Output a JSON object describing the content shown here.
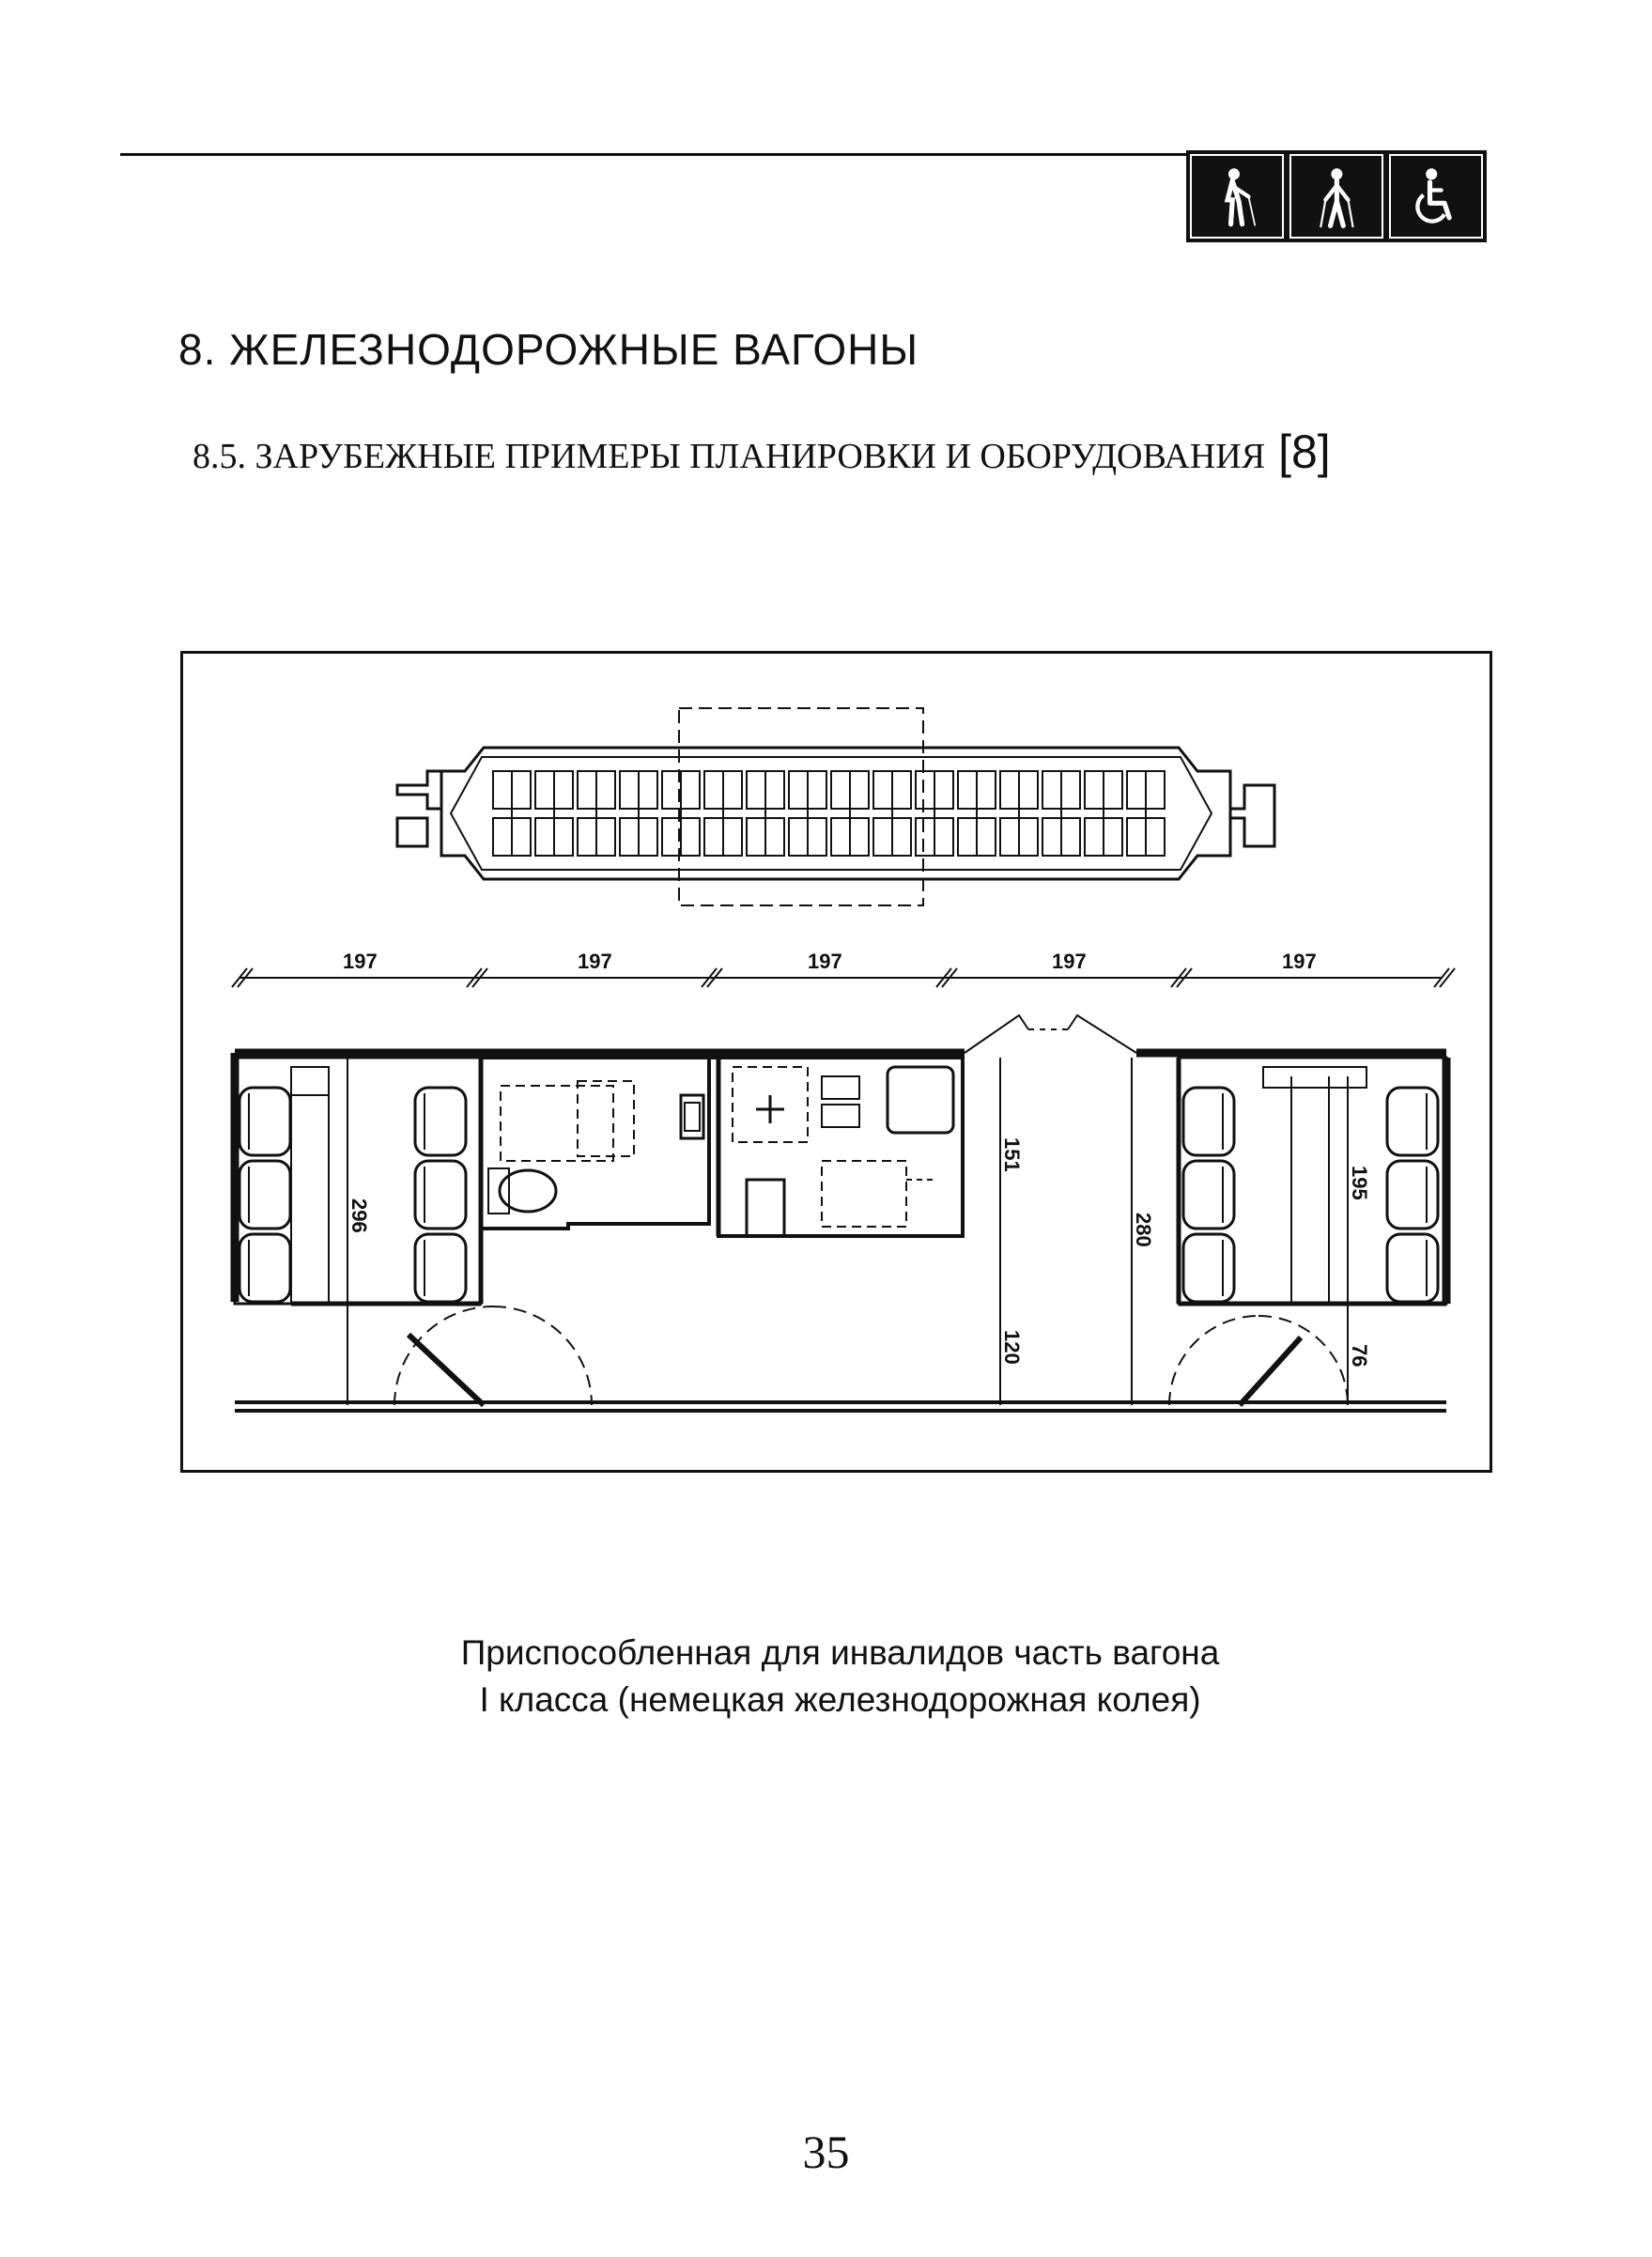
{
  "header": {
    "icons": [
      "blind-person-icon",
      "person-with-cane-icon",
      "wheelchair-icon"
    ]
  },
  "section_title": "8. ЖЕЛЕЗНОДОРОЖНЫЕ ВАГОНЫ",
  "subsection": {
    "title": "8.5. ЗАРУБЕЖНЫЕ ПРИМЕРЫ ПЛАНИРОВКИ И ОБОРУДОВАНИЯ",
    "ref": "[8]"
  },
  "figure": {
    "top_dimensions": [
      "197",
      "197",
      "197",
      "197",
      "197"
    ],
    "dimension_labels": {
      "left_bay": "296",
      "corridor_upper": "151",
      "corridor_lower": "120",
      "vestibule": "280",
      "right_bay": "195",
      "right_step": "76"
    }
  },
  "caption": {
    "line1": "Приспособленная для инвалидов часть вагона",
    "line2": "I класса   (немецкая железнодорожная колея)"
  },
  "page_number": "35"
}
